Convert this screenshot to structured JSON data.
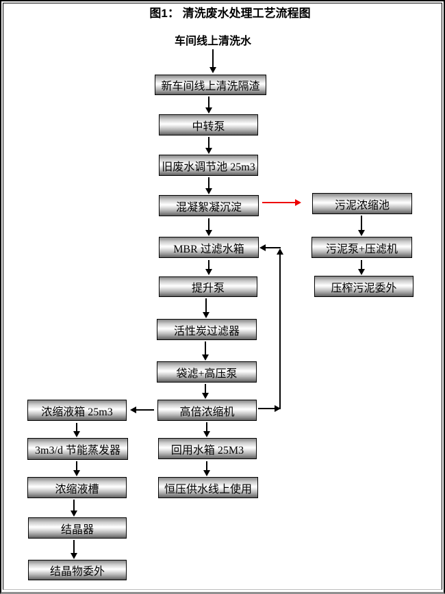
{
  "title": "图1：  清洗废水处理工艺流程图",
  "source_label": "车间线上清洗水",
  "nodes": {
    "main": [
      "新车间线上清洗隔渣",
      "中转泵",
      "旧废水调节池 25m3",
      "混凝絮凝沉淀",
      "MBR 过滤水箱",
      "提升泵",
      "活性炭过滤器",
      "袋滤+高压泵",
      "高倍浓缩机",
      "回用水箱 25M3",
      "恒压供水线上使用"
    ],
    "sludge": [
      "污泥浓缩池",
      "污泥泵+压滤机",
      "压榨污泥委外"
    ],
    "concentrate": [
      "浓缩液箱 25m3",
      "3m3/d 节能蒸发器",
      "浓缩液槽",
      "结晶器",
      "结晶物委外"
    ]
  },
  "colors": {
    "node_border": "#000000",
    "node_gradient_top": "#878787",
    "node_gradient_mid": "#ffffff",
    "node_gradient_bottom": "#5f5f5f",
    "arrow": "#000000",
    "sludge_branch_arrow": "#ee0000"
  }
}
